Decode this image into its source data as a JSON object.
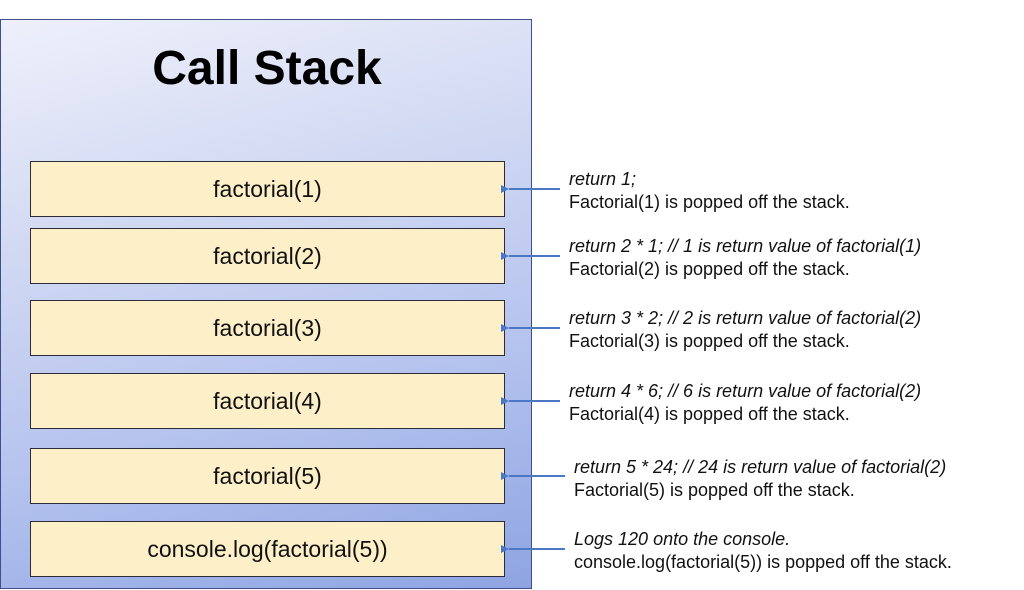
{
  "diagram": {
    "title": "Call Stack",
    "frames": [
      {
        "label": "factorial(1)",
        "code": "return 1;",
        "message": "Factorial(1) is popped off the stack."
      },
      {
        "label": "factorial(2)",
        "code": "return 2 * 1;  // 1 is return value of factorial(1)",
        "message": "Factorial(2) is popped off the stack."
      },
      {
        "label": "factorial(3)",
        "code": "return 3 * 2;  // 2 is return value of factorial(2)",
        "message": "Factorial(3) is popped off the stack."
      },
      {
        "label": "factorial(4)",
        "code": "return 4 * 6;  // 6 is return value of factorial(2)",
        "message": "Factorial(4) is popped off the stack."
      },
      {
        "label": "factorial(5)",
        "code": "return 5 * 24;  // 24 is return value of factorial(2)",
        "message": "Factorial(5) is popped off the stack."
      },
      {
        "label": "console.log(factorial(5))",
        "code": "Logs 120 onto the console.",
        "message": "console.log(factorial(5)) is popped off the stack."
      }
    ],
    "colors": {
      "frame_fill": "#fdefc8",
      "panel_fill": "#b5c3ee",
      "arrow": "#4a78c4"
    }
  }
}
